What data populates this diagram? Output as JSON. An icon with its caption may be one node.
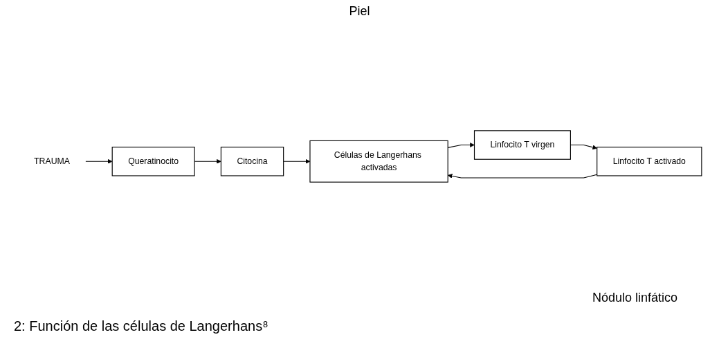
{
  "diagram": {
    "caption": "2: Función de las células de Langerhans⁸",
    "nodes": [
      {
        "text": [
          "TRAUMA"
        ]
      },
      {
        "text": [
          "Queratinocito"
        ]
      },
      {
        "text": [
          "Citocina"
        ]
      },
      {
        "text": [
          "Células de Langerhans activadas"
        ]
      },
      {
        "text": [
          "Linfocito T virgen"
        ]
      },
      {
        "text": [
          "Linfocito T activado"
        ]
      }
    ],
    "edges": [
      {
        "from": 0,
        "to": 1,
        "arrow": "to"
      },
      {
        "from": 1,
        "to": 2,
        "arrow": "to"
      },
      {
        "from": 2,
        "to": 3,
        "arrow": "to"
      },
      {
        "from": 3,
        "to": 4,
        "arrow": "to"
      },
      {
        "from": 4,
        "to": 5,
        "arrow": "to"
      },
      {
        "from": 5,
        "to": 3,
        "arrow": "to"
      }
    ],
    "labels": [
      "Piel",
      "Nódulo linfático"
    ]
  }
}
